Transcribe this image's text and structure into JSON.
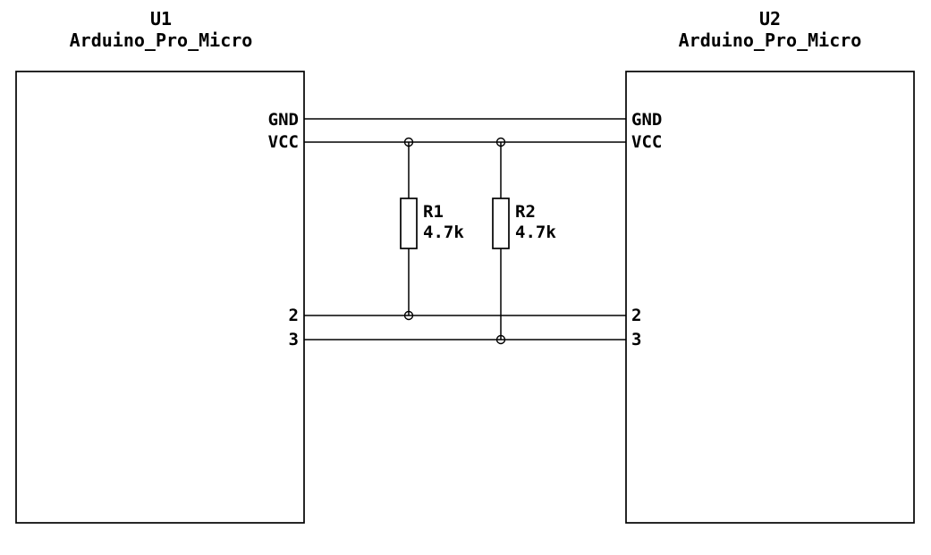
{
  "diagram": {
    "type": "circuit-schematic",
    "background_color": "#ffffff",
    "stroke_color": "#000000"
  },
  "components": {
    "u1": {
      "ref": "U1",
      "value": "Arduino_Pro_Micro",
      "pins": {
        "gnd": "GND",
        "vcc": "VCC",
        "p2": "2",
        "p3": "3"
      }
    },
    "u2": {
      "ref": "U2",
      "value": "Arduino_Pro_Micro",
      "pins": {
        "gnd": "GND",
        "vcc": "VCC",
        "p2": "2",
        "p3": "3"
      }
    },
    "r1": {
      "ref": "R1",
      "value": "4.7k"
    },
    "r2": {
      "ref": "R2",
      "value": "4.7k"
    }
  },
  "connections": [
    "U1.GND - U2.GND",
    "U1.VCC - U2.VCC - R1.top - R2.top",
    "U1.2 - U2.2 - R1.bottom",
    "U1.3 - U2.3 - R2.bottom"
  ]
}
